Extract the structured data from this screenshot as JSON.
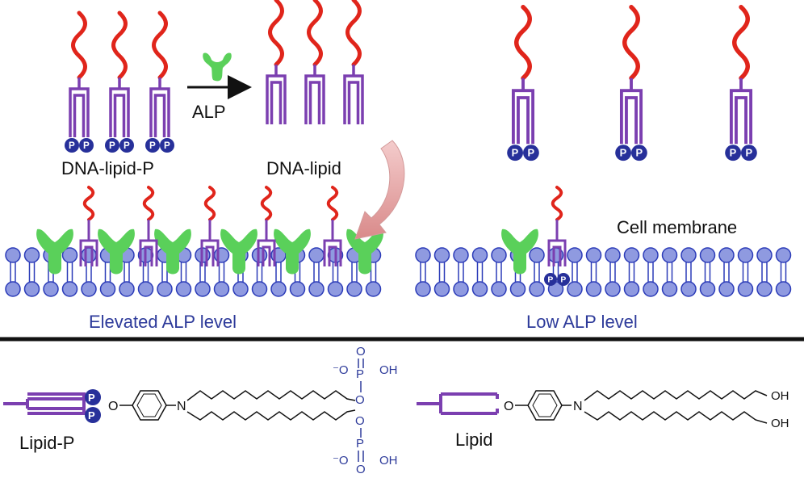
{
  "labels": {
    "dna_lipid_p": "DNA-lipid-P",
    "dna_lipid": "DNA-lipid",
    "alp": "ALP",
    "cell_membrane": "Cell membrane",
    "elevated_alp_level": "Elevated ALP level",
    "low_alp_level": "Low ALP level",
    "lipid_p": "Lipid-P",
    "lipid": "Lipid",
    "phosphate": "P"
  },
  "chemistry": {
    "oxygen": "O",
    "nitrogen": "N",
    "hydroxyl": "OH",
    "phosphorus": "P",
    "oxide_anion": "⁻O"
  },
  "colors": {
    "dna_strand": "#e0251b",
    "lipid_anchor": "#7b3fb0",
    "phosphate_bead": "#27309a",
    "alp_enzyme": "#5ad05a",
    "membrane_head": "#8f9ae0",
    "membrane_outline": "#2b3bb8",
    "caption_blue": "#2d3a9a",
    "divider": "#111111",
    "transfer_arrow": "#e8a0a0"
  }
}
